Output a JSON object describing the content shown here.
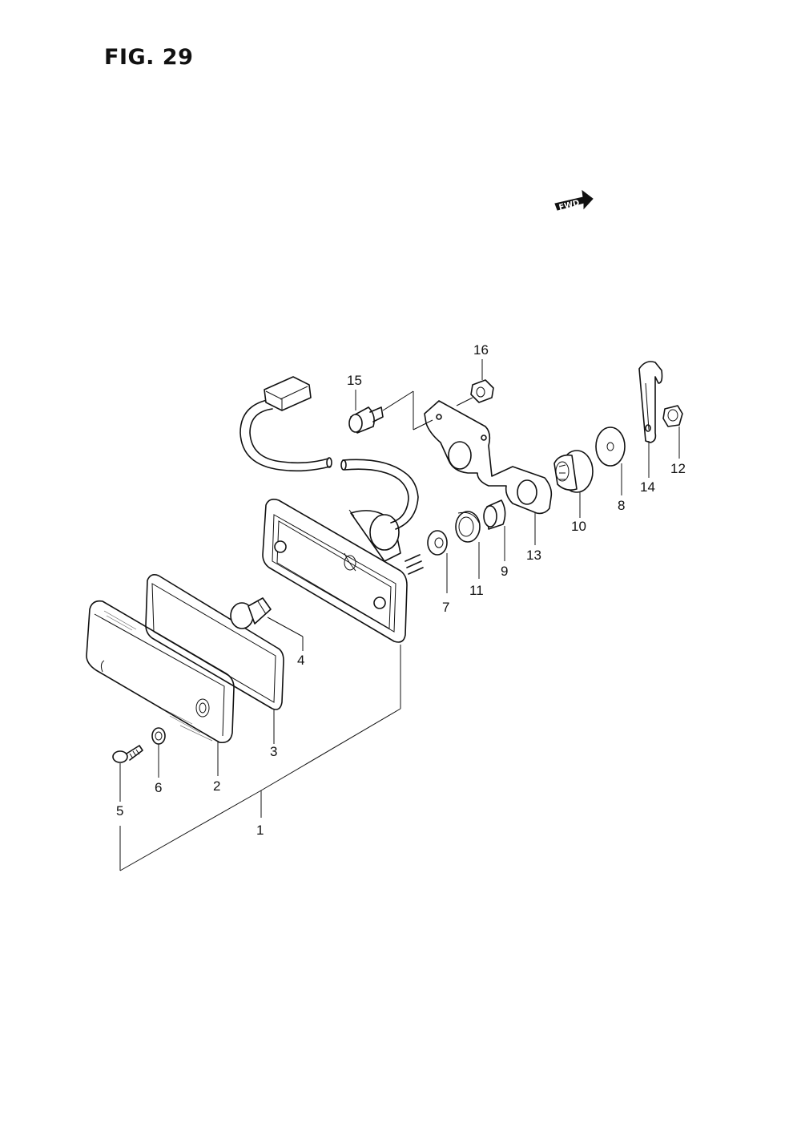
{
  "figure": {
    "title": "FIG. 29"
  },
  "fwd_badge": {
    "text": "FWD"
  },
  "callouts": [
    {
      "id": "1",
      "text": "1"
    },
    {
      "id": "2",
      "text": "2"
    },
    {
      "id": "3",
      "text": "3"
    },
    {
      "id": "4",
      "text": "4"
    },
    {
      "id": "5",
      "text": "5"
    },
    {
      "id": "6",
      "text": "6"
    },
    {
      "id": "7",
      "text": "7"
    },
    {
      "id": "8",
      "text": "8"
    },
    {
      "id": "9",
      "text": "9"
    },
    {
      "id": "10",
      "text": "10"
    },
    {
      "id": "11",
      "text": "11"
    },
    {
      "id": "12",
      "text": "12"
    },
    {
      "id": "13",
      "text": "13"
    },
    {
      "id": "14",
      "text": "14"
    },
    {
      "id": "15",
      "text": "15"
    },
    {
      "id": "16",
      "text": "16"
    }
  ]
}
